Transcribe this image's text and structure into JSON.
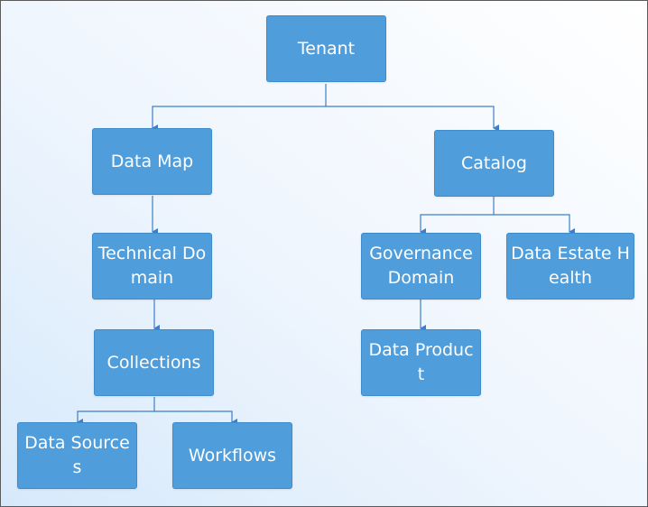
{
  "diagram": {
    "type": "hierarchy",
    "colors": {
      "node_fill": "#4f9ddb",
      "node_border": "#3f8bcb",
      "node_text": "#ffffff",
      "connector": "#3d7fc9",
      "frame": "#5b5b5b"
    },
    "nodes": {
      "tenant": "Tenant",
      "data_map": "Data Map",
      "catalog": "Catalog",
      "technical_domain": "Technical Domain",
      "collections": "Collections",
      "data_sources": "Data Sources",
      "workflows": "Workflows",
      "governance_domain": "Governance Domain",
      "data_estate_health": "Data Estate Health",
      "data_product": "Data Product"
    },
    "edges": [
      [
        "tenant",
        "data_map"
      ],
      [
        "tenant",
        "catalog"
      ],
      [
        "data_map",
        "technical_domain"
      ],
      [
        "technical_domain",
        "collections"
      ],
      [
        "collections",
        "data_sources"
      ],
      [
        "collections",
        "workflows"
      ],
      [
        "catalog",
        "governance_domain"
      ],
      [
        "catalog",
        "data_estate_health"
      ],
      [
        "governance_domain",
        "data_product"
      ]
    ]
  }
}
